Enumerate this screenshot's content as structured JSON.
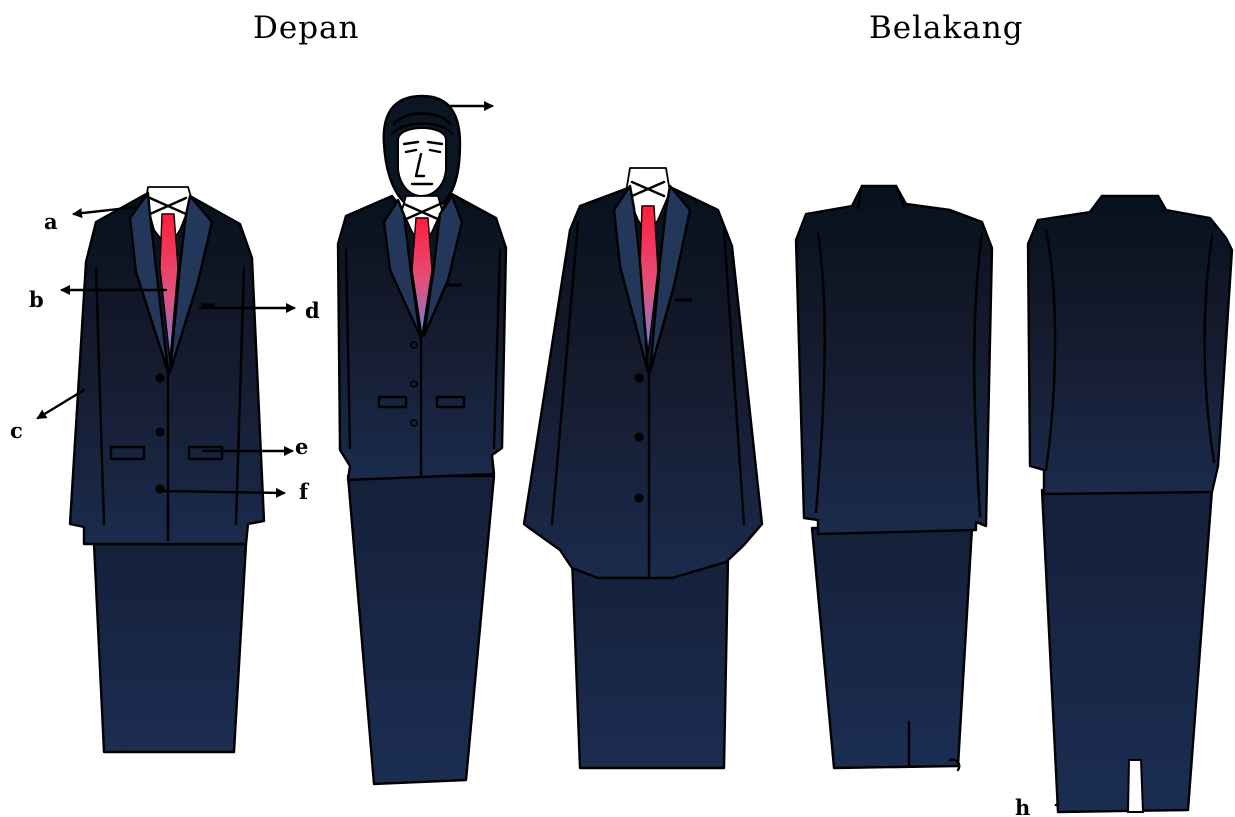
{
  "headers": {
    "front": "Depan",
    "back": "Belakang"
  },
  "labels": {
    "a": "a",
    "b": "b",
    "c": "c",
    "d": "d",
    "e": "e",
    "f": "f",
    "h": "h"
  },
  "colors": {
    "suit_top": "#07111d",
    "suit_mid": "#151a2c",
    "suit_bottom": "#1a2b4d",
    "lapel": "#23375a",
    "tie_top": "#ff1f3d",
    "tie_bottom": "#6e7fd8",
    "hijab": "#0b1524"
  }
}
